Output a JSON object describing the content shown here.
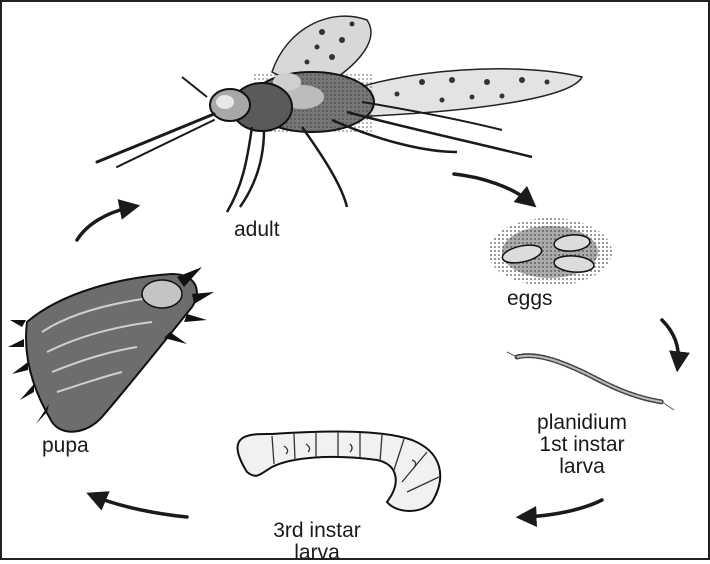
{
  "stages": {
    "adult": "adult",
    "eggs": "eggs",
    "planidium_line1": "planidium",
    "planidium_line2": "1st instar",
    "planidium_line3": "larva",
    "third_line1": "3rd instar",
    "third_line2": "larva",
    "pupa": "pupa"
  },
  "colors": {
    "ink": "#1a1a1a",
    "shade": "#555555",
    "light": "#bdbdbd"
  }
}
